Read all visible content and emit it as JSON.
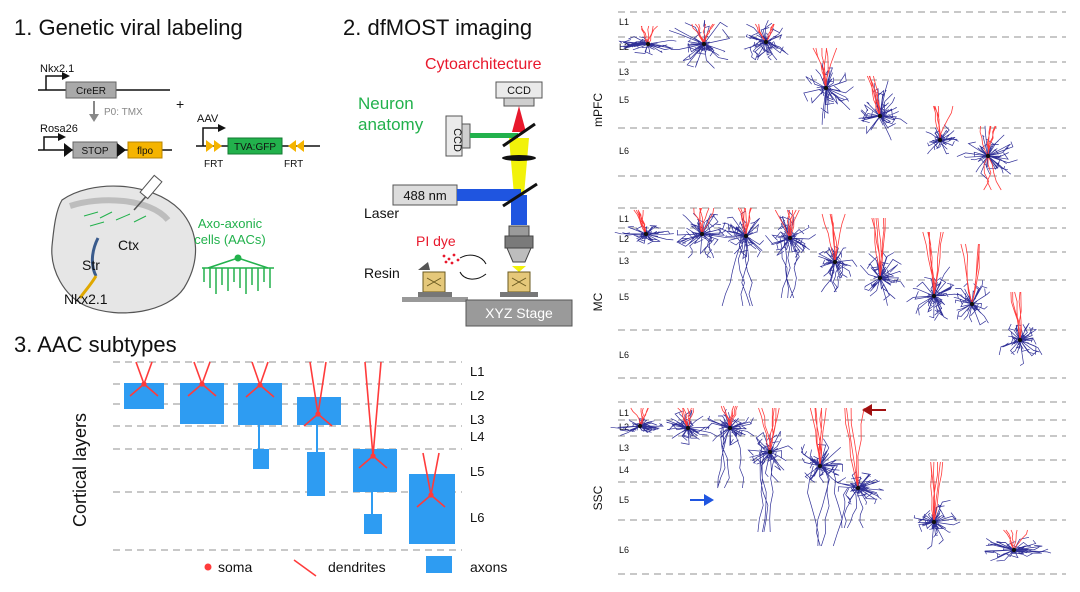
{
  "panel1": {
    "title": "1. Genetic viral labeling",
    "gene1": "Nkx2.1",
    "creer": "CreER",
    "tmx": "P0: TMX",
    "plus": "+",
    "aav": "AAV",
    "rosa": "Rosa26",
    "stop": "STOP",
    "flpo": "flpo",
    "tva": "TVA:GFP",
    "frt": "FRT",
    "ctx": "Ctx",
    "str": "Str",
    "nkx_brain": "Nkx2.1",
    "aac_line1": "Axo-axonic",
    "aac_line2": "cells (AACs)"
  },
  "panel2": {
    "title": "2. dfMOST imaging",
    "cyto": "Cytoarchitecture",
    "neuron1": "Neuron",
    "neuron2": "anatomy",
    "ccd": "CCD",
    "laser_box": "488 nm",
    "laser": "Laser",
    "pi": "PI dye",
    "resin": "Resin",
    "stage": "XYZ Stage"
  },
  "panel3": {
    "title": "3. AAC subtypes",
    "ylabel": "Cortical layers",
    "layers": [
      "L1",
      "L2",
      "L3",
      "L4",
      "L5",
      "L6"
    ],
    "legend_soma": "soma",
    "legend_dendrites": "dendrites",
    "legend_axons": "axons"
  },
  "right": {
    "regions": [
      "mPFC",
      "MC",
      "SSC"
    ],
    "layers_mpfc": [
      "L1",
      "L2",
      "L3",
      "L5",
      "L6"
    ],
    "layers_mc": [
      "L1",
      "L2",
      "L3",
      "L5",
      "L6"
    ],
    "layers_ssc": [
      "L1",
      "L2",
      "L3",
      "L4",
      "L5",
      "L6"
    ]
  },
  "colors": {
    "dendrite": "#ff3b3b",
    "axon_box": "#2e9cf2",
    "axon_morph": "#1a1a8c",
    "gfp": "#22b14c",
    "flpo": "#f5b400",
    "laser_blue": "#1f55e0",
    "yellow_beam": "#f2f20a",
    "dash": "#a8a8a8"
  }
}
